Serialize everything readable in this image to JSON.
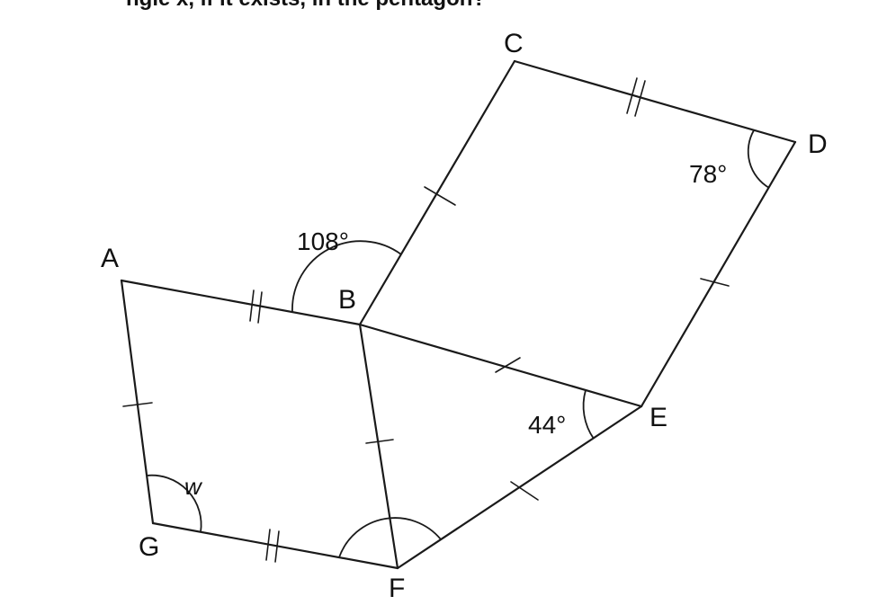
{
  "header_text": "ngle x, if it exists, in the pentagon?",
  "vertices": {
    "A": "A",
    "B": "B",
    "C": "C",
    "D": "D",
    "E": "E",
    "F": "F",
    "G": "G"
  },
  "angles": {
    "abc": "108°",
    "cde": "78°",
    "bef": "44°",
    "agf": "w"
  }
}
